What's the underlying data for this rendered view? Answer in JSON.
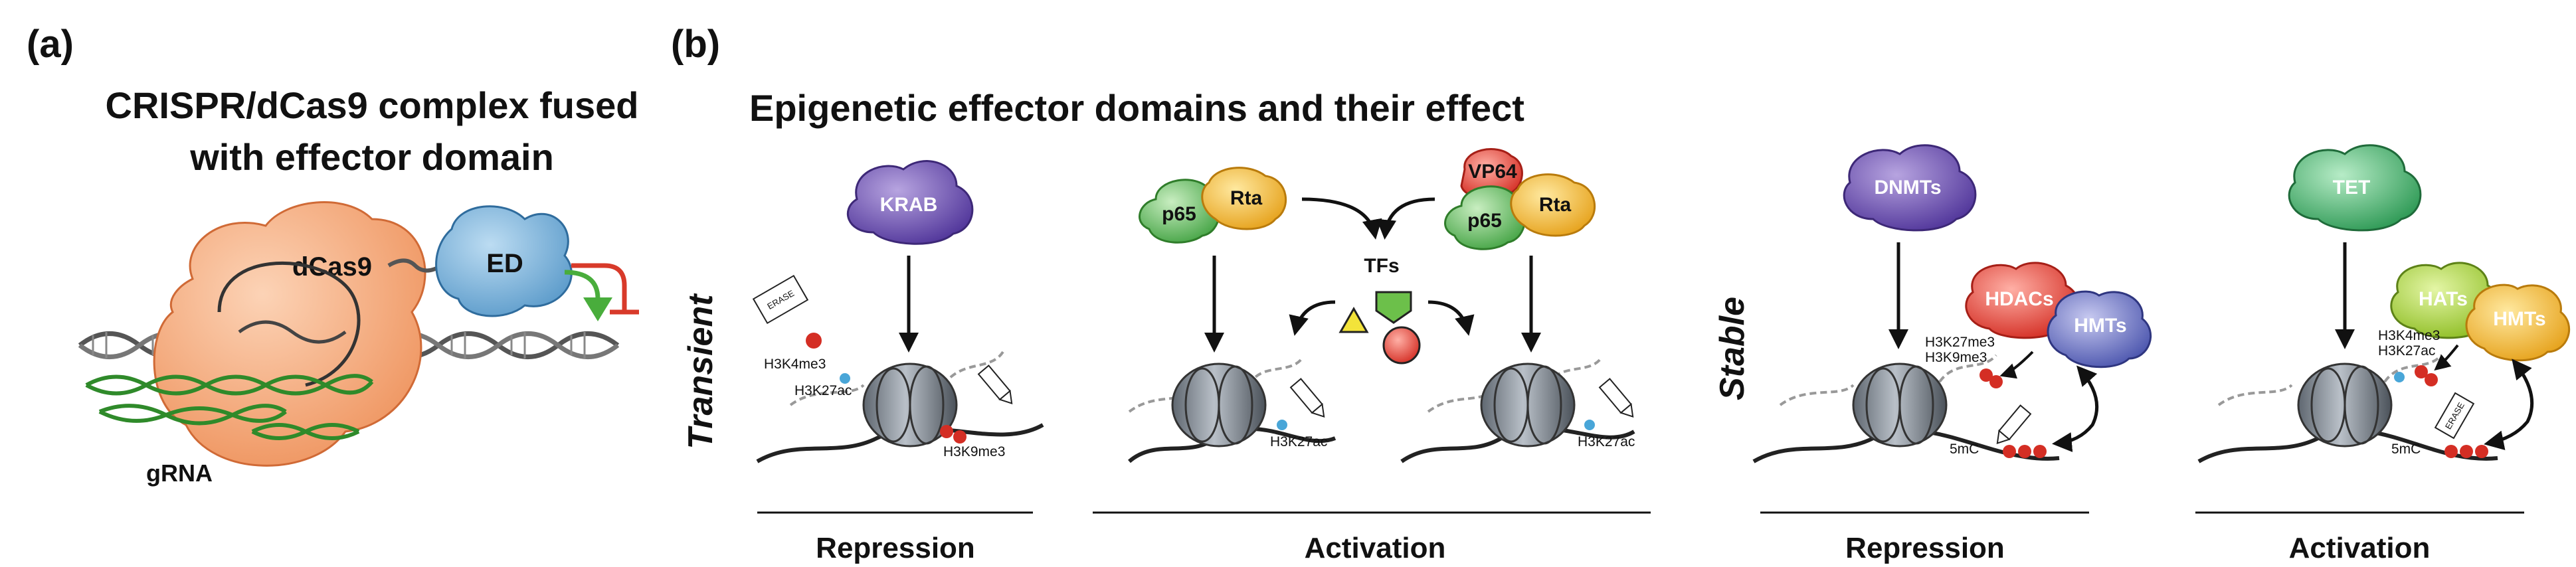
{
  "panel_a": {
    "label": "(a)",
    "title_line1": "CRISPR/dCas9 complex fused",
    "title_line2": "with effector domain",
    "dcas9": "dCas9",
    "effector": "ED",
    "grna": "gRNA"
  },
  "panel_b": {
    "label": "(b)",
    "title": "Epigenetic effector domains and their effect",
    "transient": "Transient",
    "stable": "Stable",
    "krab": "KRAB",
    "p65": "p65",
    "rta": "Rta",
    "vp64": "VP64",
    "tfs": "TFs",
    "dnmts": "DNMTs",
    "tet": "TET",
    "hdacs": "HDACs",
    "hmts": "HMTs",
    "hats": "HATs",
    "erase": "ERASE",
    "marks": {
      "h3k4me3": "H3K4me3",
      "h3k27ac": "H3K27ac",
      "h3k9me3": "H3K9me3",
      "h3k27me3": "H3K27me3",
      "mc5": "5mC"
    },
    "sections": {
      "repression": "Repression",
      "activation": "Activation"
    }
  }
}
